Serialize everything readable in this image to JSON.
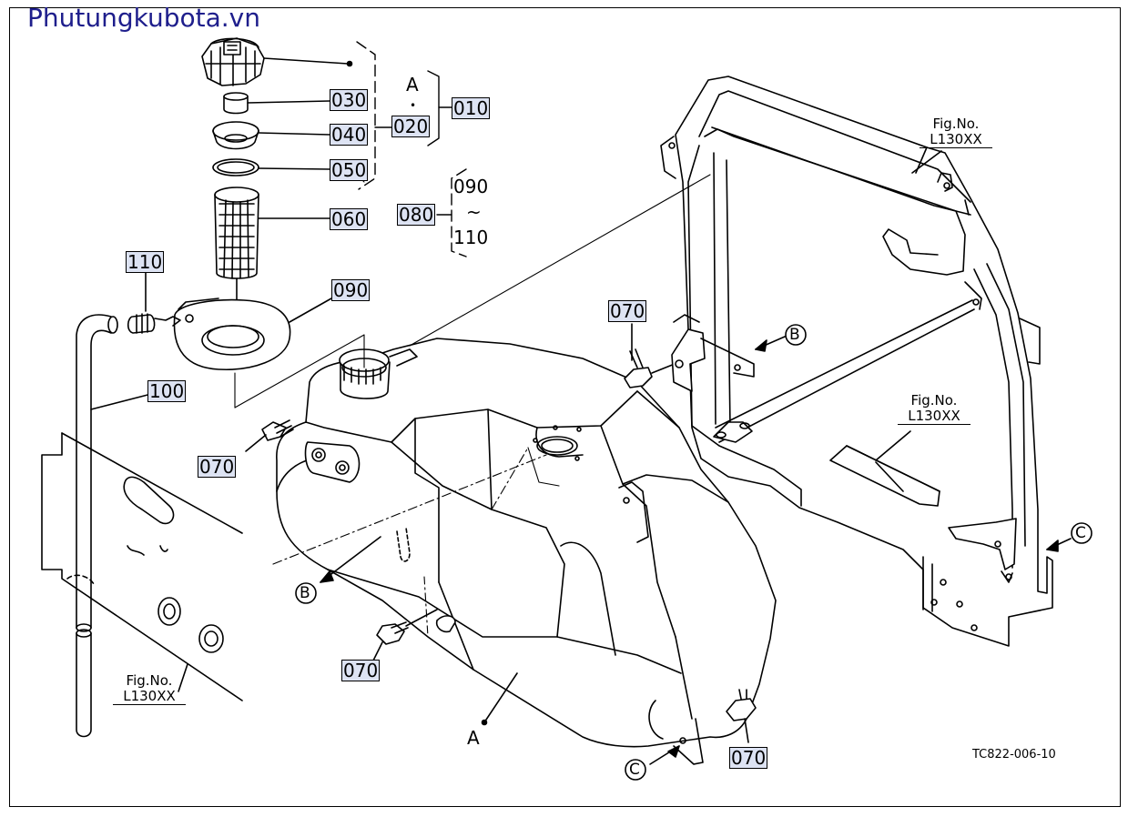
{
  "watermark": "Phutungkubota.vn",
  "diagram_code": "TC822-006-10",
  "parts": {
    "p010": "010",
    "p020": "020",
    "p030": "030",
    "p040": "040",
    "p050": "050",
    "p060": "060",
    "p070": "070",
    "p080": "080",
    "p090": "090",
    "p100": "100",
    "p110": "110"
  },
  "range": {
    "from": "090",
    "tilde": "~",
    "to": "110"
  },
  "assembly_a": {
    "letter": "A",
    "dot": "•"
  },
  "refs": {
    "A": "A",
    "B": "B",
    "C": "C"
  },
  "fig_refs": {
    "frame_top": {
      "line1": "Fig.No.",
      "line2": "L130XX"
    },
    "frame_mid": {
      "line1": "Fig.No.",
      "line2": "L130XX"
    },
    "panel_left": {
      "line1": "Fig.No.",
      "line2": "L130XX"
    }
  }
}
